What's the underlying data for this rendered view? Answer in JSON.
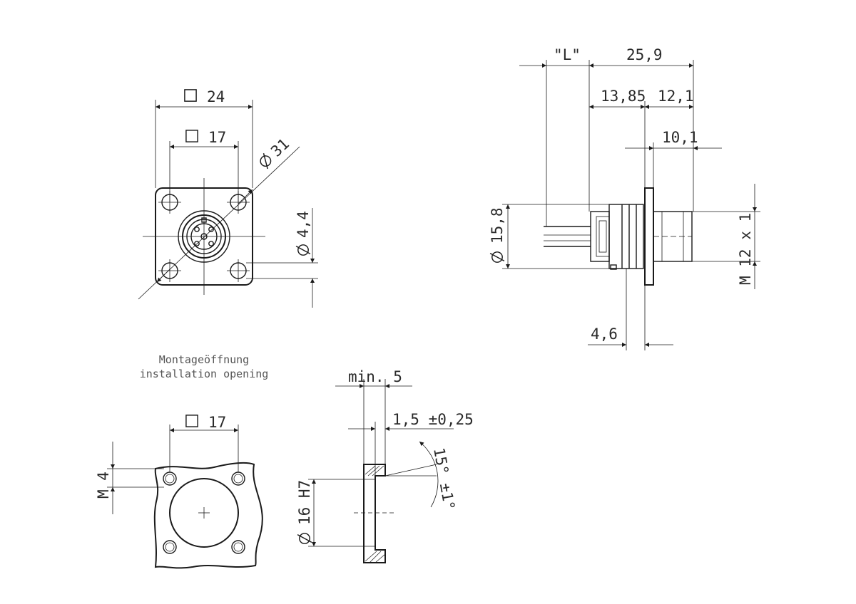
{
  "labels": {
    "square_24": "24",
    "square_17_top": "17",
    "dia_31": "31",
    "dia_4_4": "4,4",
    "dim_L": "\"L\"",
    "dim_25_9": "25,9",
    "dim_13_85": "13,85",
    "dim_12_1": "12,1",
    "dim_10_1": "10,1",
    "dia_15_8": "15,8",
    "thread": "M 12 x 1",
    "dim_4_6": "4,6",
    "opening_de": "Montageöffnung",
    "opening_en": "installation opening",
    "square_17_bottom": "17",
    "m4": "M 4",
    "min5": "min.  5",
    "tol_1_5": "1,5 ±0,25",
    "angle": "15° ±1°",
    "dia_16_h7": "16 H7"
  }
}
